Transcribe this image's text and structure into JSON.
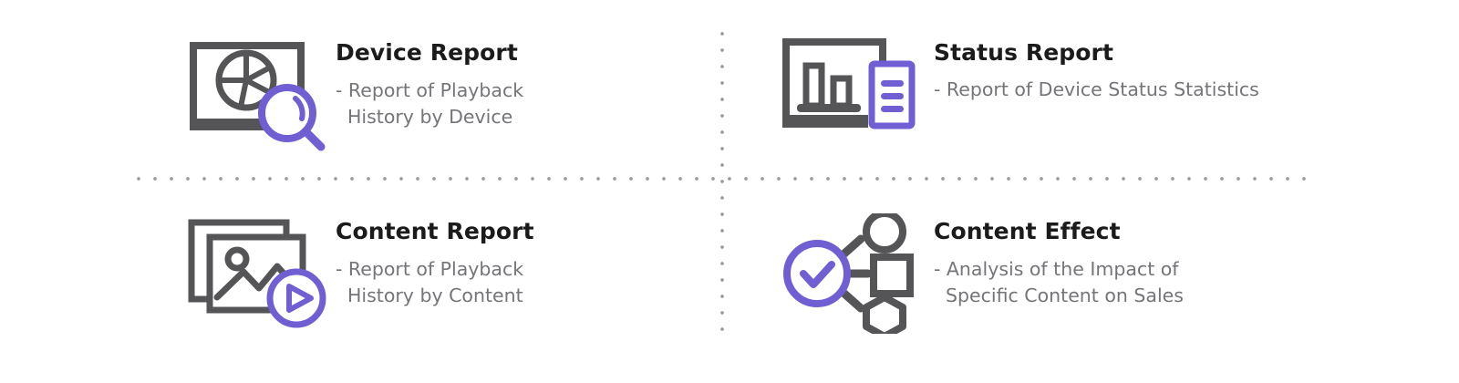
{
  "colors": {
    "accent_purple": "#6f5fd3",
    "icon_gray": "#555558",
    "title_text": "#1b1b1b",
    "desc_text": "#757579",
    "divider": "#9a9a9e",
    "background": "#ffffff"
  },
  "dividers": {
    "horizontal_name": "horizontal-dotted-divider",
    "vertical_name": "vertical-dotted-divider"
  },
  "cards": [
    {
      "id": "device-report",
      "title": "Device Report",
      "description": "- Report of Playback\nHistory by Device",
      "icon": "monitor-pie-chart-magnifier-icon"
    },
    {
      "id": "status-report",
      "title": "Status Report",
      "description": "- Report of Device Status Statistics",
      "icon": "monitor-bar-chart-document-icon"
    },
    {
      "id": "content-report",
      "title": "Content Report",
      "description": "- Report of Playback\nHistory by Content",
      "icon": "stacked-images-play-button-icon"
    },
    {
      "id": "content-effect",
      "title": "Content Effect",
      "description": "- Analysis of the Impact of\nSpecific Content on Sales",
      "icon": "check-circle-network-nodes-icon"
    }
  ]
}
